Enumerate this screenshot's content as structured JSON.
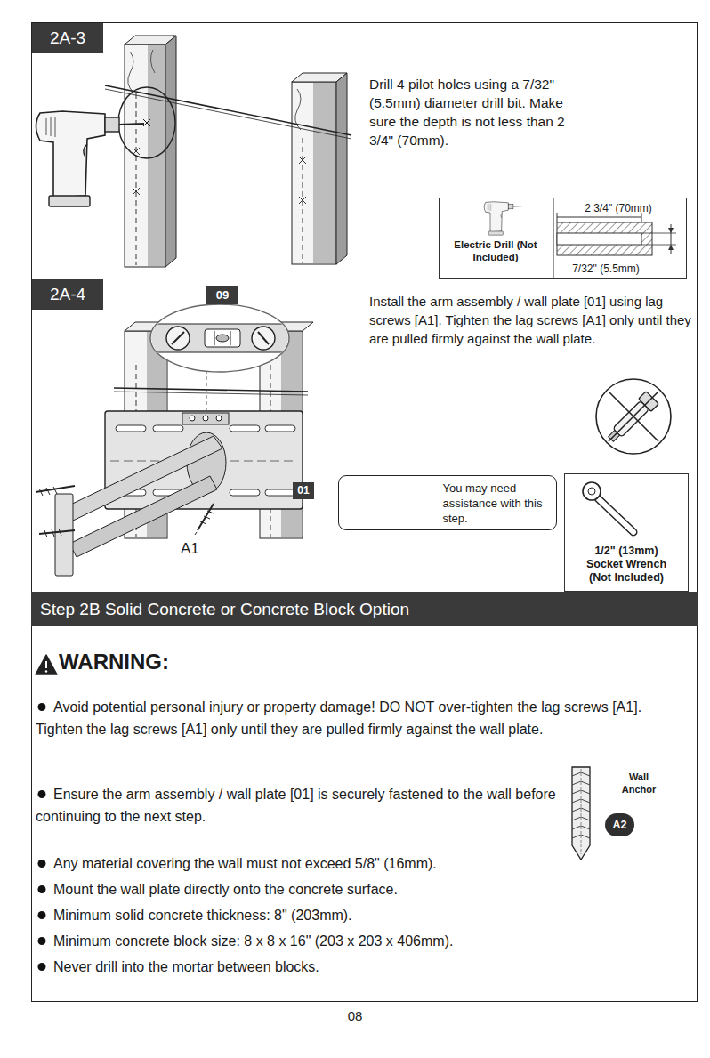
{
  "diagram": {
    "nodes": [
      {
        "text": [
          "Drill 4 pilot holes using a 7/32\" (5.5mm) diameter drill bit. Make sure the depth is not less than 2 3/4\" (70mm)."
        ]
      },
      {
        "text": [
          "2A-3"
        ],
        "in": 0
      },
      {
        "text": [
          "Electric Drill (Not Included)"
        ],
        "in": 0
      },
      {
        "text": [
          "Install the arm assembly / wall plate [01] using lag screws [A1]. Tighten the lag screws [A1] only until they are pulled firmly against the wall plate."
        ]
      },
      {
        "text": [
          "2A-4"
        ],
        "in": 3
      },
      {
        "text": [
          "09"
        ],
        "in": 3
      },
      {
        "text": [
          "01"
        ],
        "in": 3
      },
      {
        "text": [
          "You may need assistance with this step."
        ],
        "in": 3
      },
      {
        "text": [
          "1/2\" (13mm) Socket Wrench (Not Included)"
        ],
        "in": 3
      },
      {
        "text": [
          "Step 2B Solid Concrete or Concrete Block Option"
        ]
      },
      {
        "text": [
          "WARNING:",
          "Avoid potential personal injury or property damage! DO NOT over-tighten the lag screws [A1]. Tighten the lag screws [A1] only until they are pulled firmly against the wall plate.",
          "Ensure the arm assembly / wall plate [01] is securely fastened to the wall before continuing to the next step.",
          "Any material covering the wall must not exceed 5/8\" (16mm).",
          "Mount the wall plate directly onto the concrete surface.",
          "Minimum solid concrete thickness: 8\" (203mm).",
          "Minimum concrete block size: 8 x 8 x 16\" (203 x 203 x 406mm).",
          "Never drill into the mortar between blocks."
        ]
      },
      {
        "text": [
          "A2"
        ],
        "in": 10
      }
    ],
    "labels": [
      "2 3/4\" (70mm)",
      "7/32\" (5.5mm)",
      "A1",
      "Wall Anchor",
      "08"
    ]
  }
}
